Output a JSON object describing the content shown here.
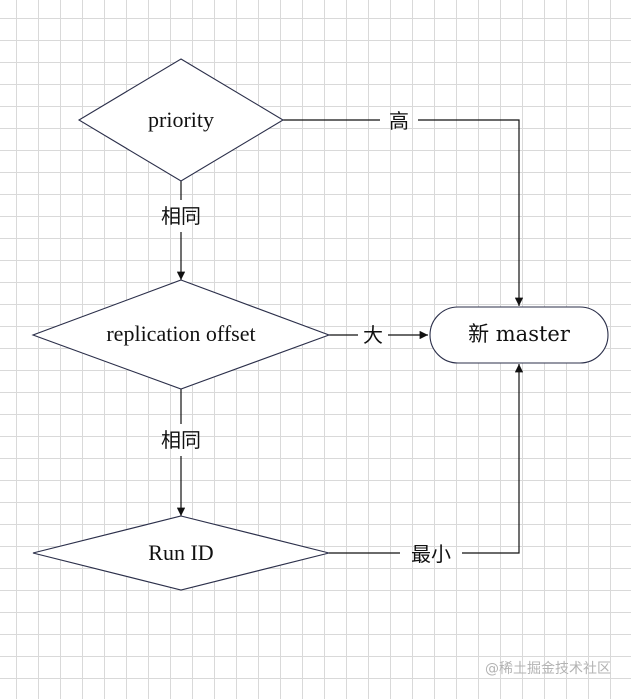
{
  "nodes": {
    "priority": "priority",
    "replication_offset": "replication offset",
    "run_id": "Run ID",
    "new_master": "新 master"
  },
  "edges": {
    "priority_high": "高",
    "same_1": "相同",
    "offset_large": "大",
    "same_2": "相同",
    "runid_smallest": "最小"
  },
  "watermark": "@稀土掘金技术社区"
}
